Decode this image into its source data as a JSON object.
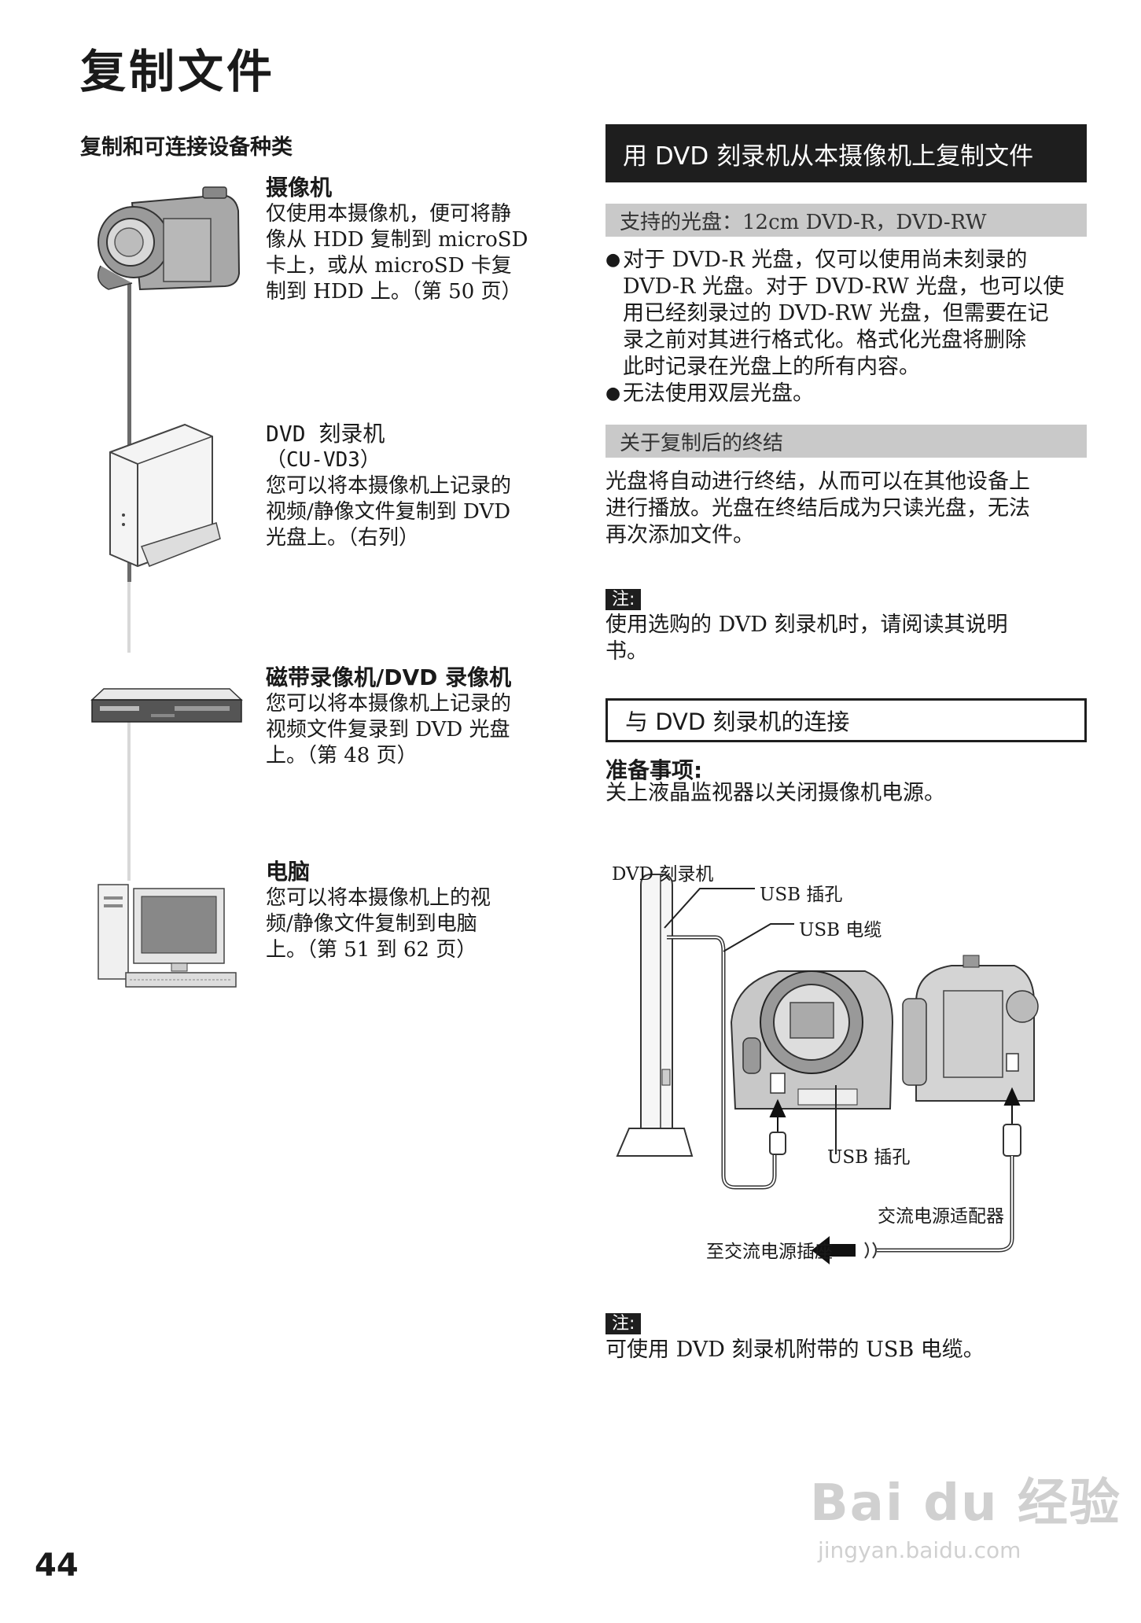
{
  "page": {
    "title": "复制文件",
    "number": "44",
    "watermark_text": "Bai du 经验",
    "watermark_url": "jingyan.baidu.com"
  },
  "left": {
    "heading": "复制和可连接设备种类",
    "devices": [
      {
        "name": "摄像机",
        "sub": "",
        "desc": "仅使用本摄像机，便可将静\n像从 HDD 复制到 microSD\n卡上，或从 microSD 卡复\n制到 HDD 上。（第 50 页）",
        "icon": "camcorder-icon"
      },
      {
        "name": "DVD 刻录机",
        "sub": "（CU-VD3）",
        "desc": "您可以将本摄像机上记录的\n视频/静像文件复制到 DVD\n光盘上。（右列）",
        "icon": "dvd-burner-icon"
      },
      {
        "name": "磁带录像机/DVD 录像机",
        "sub": "",
        "desc": "您可以将本摄像机上记录的\n视频文件复录到 DVD 光盘\n上。（第 48 页）",
        "icon": "vcr-icon"
      },
      {
        "name": "电脑",
        "sub": "",
        "desc": "您可以将本摄像机上的视\n频/静像文件复制到电脑\n上。（第 51 到 62 页）",
        "icon": "computer-icon"
      }
    ]
  },
  "right": {
    "section1_title": "用 DVD 刻录机从本摄像机上复制文件",
    "supported_bar": "支持的光盘：12cm DVD-R，DVD-RW",
    "bullets": [
      "对于 DVD-R 光盘，仅可以使用尚未刻录的\nDVD-R 光盘。对于 DVD-RW 光盘，也可以使\n用已经刻录过的 DVD-RW 光盘，但需要在记\n录之前对其进行格式化。格式化光盘将删除\n此时记录在光盘上的所有内容。",
      "无法使用双层光盘。"
    ],
    "finalize_bar": "关于复制后的终结",
    "finalize_text": "光盘将自动进行终结，从而可以在其他设备上\n进行播放。光盘在终结后成为只读光盘，无法\n再次添加文件。",
    "note1_tag": "注:",
    "note1_text": "使用选购的 DVD 刻录机时，请阅读其说明\n书。",
    "section2_title": "与 DVD 刻录机的连接",
    "prep_label": "准备事项:",
    "prep_text": "关上液晶监视器以关闭摄像机电源。",
    "diagram_labels": {
      "dvd_burner": "DVD 刻录机",
      "usb_jack_top": "USB 插孔",
      "usb_cable": "USB 电缆",
      "usb_jack_bottom": "USB 插孔",
      "ac_adapter": "交流电源适配器",
      "to_outlet": "至交流电源插座"
    },
    "note2_tag": "注:",
    "note2_text": "可使用 DVD 刻录机附带的 USB 电缆。"
  }
}
